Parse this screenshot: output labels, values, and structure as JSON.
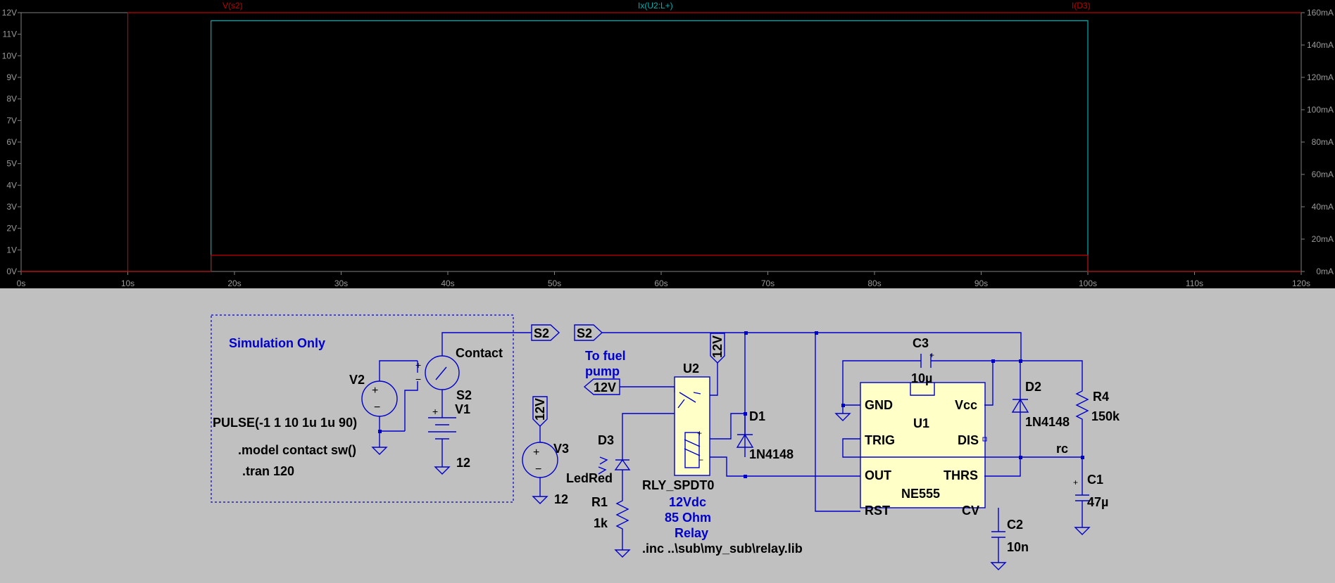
{
  "plot": {
    "traces": [
      {
        "name": "V(s2)",
        "color": "#c00000"
      },
      {
        "name": "Ix(U2:L+)",
        "color": "#00b0b0"
      },
      {
        "name": "I(D3)",
        "color": "#c00000"
      }
    ],
    "left_axis": [
      "12V",
      "11V",
      "10V",
      "9V",
      "8V",
      "7V",
      "6V",
      "5V",
      "4V",
      "3V",
      "2V",
      "1V",
      "0V"
    ],
    "right_axis": [
      "160mA",
      "140mA",
      "120mA",
      "100mA",
      "80mA",
      "60mA",
      "40mA",
      "20mA",
      "0mA"
    ],
    "x_axis": [
      "0s",
      "10s",
      "20s",
      "30s",
      "40s",
      "50s",
      "60s",
      "70s",
      "80s",
      "90s",
      "100s",
      "110s",
      "120s"
    ]
  },
  "chart_data": {
    "type": "line",
    "xlabel": "",
    "ylabel": "",
    "xlim": [
      0,
      120
    ],
    "ylim": [
      0,
      12
    ],
    "y2lim": [
      0,
      160
    ],
    "series": [
      {
        "name": "V(s2)",
        "axis": "left",
        "x": [
          0,
          10,
          10,
          120
        ],
        "y": [
          0,
          0,
          12,
          12
        ]
      },
      {
        "name": "Ix(U2:L+)",
        "axis": "right",
        "x": [
          0,
          17.8,
          17.8,
          100,
          100,
          120
        ],
        "y": [
          0,
          0,
          155,
          155,
          0,
          0
        ]
      },
      {
        "name": "I(D3)",
        "axis": "right",
        "x": [
          0,
          17.8,
          17.8,
          100,
          100,
          120
        ],
        "y": [
          0,
          0,
          10,
          10,
          0,
          0
        ]
      }
    ]
  },
  "schematic": {
    "sim_box": {
      "title": "Simulation Only",
      "v2": "V2",
      "pulse": "PULSE(-1 1 10 1u 1u 90)",
      "model": ".model contact sw()",
      "tran": ".tran 120",
      "contact": "Contact",
      "s2": "S2",
      "v1": "V1",
      "v1_val": "12"
    },
    "net_s2_a": "S2",
    "net_s2_b": "S2",
    "fuel_label_1": "To fuel",
    "fuel_label_2": "pump",
    "net_12v_left": "12V",
    "net_12v_top": "12V",
    "net_12v_v3": "12V",
    "u2": "U2",
    "u2_part": "RLY_SPDT0",
    "relay_desc_1": "12Vdc",
    "relay_desc_2": "85 Ohm",
    "relay_desc_3": "Relay",
    "include": ".inc ..\\sub\\my_sub\\relay.lib",
    "d3": "D3",
    "d3_val": "LedRed",
    "v3": "V3",
    "v3_val": "12",
    "r1": "R1",
    "r1_val": "1k",
    "d1": "D1",
    "d1_val": "1N4148",
    "c3": "C3",
    "c3_val": "10µ",
    "u1": "U1",
    "u1_part": "NE555",
    "pin_gnd": "GND",
    "pin_vcc": "Vcc",
    "pin_trig": "TRIG",
    "pin_dis": "DIS",
    "pin_out": "OUT",
    "pin_thrs": "THRS",
    "pin_rst": "RST",
    "pin_cv": "CV",
    "d2": "D2",
    "d2_val": "1N4148",
    "r4": "R4",
    "r4_val": "150k",
    "rc": "rc",
    "c1": "C1",
    "c1_val": "47µ",
    "c2": "C2",
    "c2_val": "10n"
  }
}
